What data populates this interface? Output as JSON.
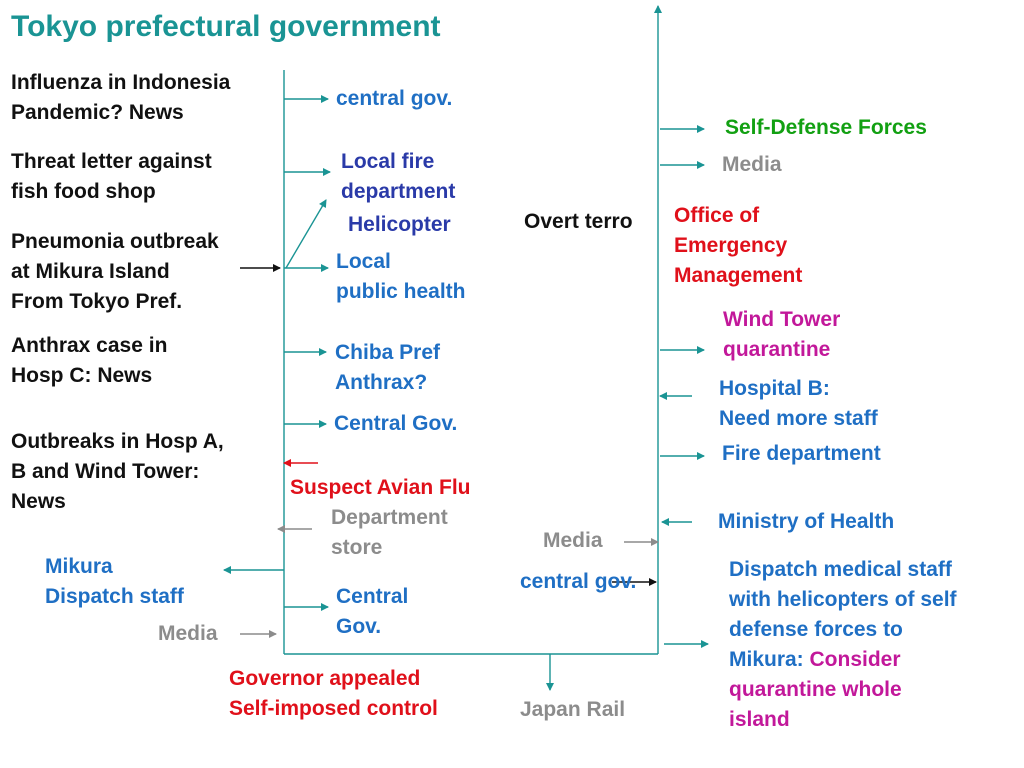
{
  "title": "Tokyo prefectural government",
  "events": {
    "indonesia": [
      "Influenza in Indonesia",
      "Pandemic? News"
    ],
    "threat": [
      "Threat letter against",
      "fish food shop"
    ],
    "pneumonia": [
      "Pneumonia outbreak",
      "at Mikura Island",
      "From Tokyo Pref."
    ],
    "anthrax": [
      "Anthrax case in",
      "Hosp C: News"
    ],
    "outbreaks": [
      "Outbreaks in Hosp A,",
      "B and Wind Tower:",
      "News"
    ]
  },
  "left_responses": {
    "central_gov_1": "central gov.",
    "local_fire": [
      "Local fire",
      "department"
    ],
    "helicopter": "Helicopter",
    "local_public_health": [
      "Local",
      "public health"
    ],
    "chiba": [
      "Chiba Pref",
      "Anthrax?"
    ],
    "central_gov_2": "Central Gov.",
    "suspect_avian": "Suspect Avian Flu",
    "dept_store": [
      "Department",
      "store"
    ],
    "mikura_dispatch": [
      "Mikura",
      "Dispatch staff"
    ],
    "central_gov_3": [
      "Central",
      "Gov."
    ],
    "media_left": "Media",
    "governor": [
      "Governor appealed",
      "Self-imposed control"
    ]
  },
  "middle": {
    "overt_terro": "Overt terro",
    "media_mid": "Media",
    "central_gov_mid": "central gov.",
    "japan_rail": "Japan Rail"
  },
  "right_responses": {
    "sdf": "Self-Defense Forces",
    "media_right": "Media",
    "oem": [
      "Office of",
      "Emergency",
      "Management"
    ],
    "wind_tower": [
      "Wind Tower",
      "quarantine"
    ],
    "hospital_b": [
      "Hospital B:",
      "Need more staff"
    ],
    "fire_dept": "Fire department",
    "ministry": "Ministry of Health",
    "dispatch_medical": [
      "Dispatch medical staff",
      "with helicopters of self",
      "defense forces to"
    ],
    "mikura_prefix": "Mikura: ",
    "consider": "Consider",
    "quarantine_whole": [
      "quarantine whole",
      "island"
    ]
  },
  "colors": {
    "title": "#1a9494",
    "line": "#1a9494",
    "blue": "#1f6fc4",
    "red": "#e0101a",
    "green": "#12a012",
    "gray": "#8c8c8c",
    "magenta": "#c2189a",
    "black": "#111111"
  }
}
